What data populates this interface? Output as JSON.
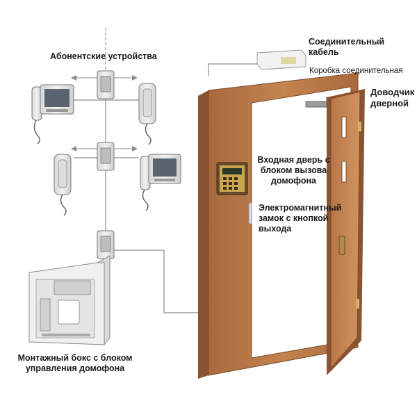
{
  "labels": {
    "subscriber_devices": "Абонентские устройства",
    "connection_cable": "Соединительный кабель",
    "junction_box": "Коробка соединительная",
    "door_closer": "Доводчик дверной",
    "entry_door": "Входная дверь с блоком вызова домофона",
    "em_lock": "Электромагнитный замок с кнопкой выхода",
    "mounting_box": "Монтажный бокс с блоком управления домофона"
  },
  "colors": {
    "door_frame": "#b8774a",
    "door_panel": "#c98958",
    "door_shadow": "#8a5432",
    "wire": "#8c8c8c",
    "device_body": "#e6e6e6",
    "monitor_screen": "#5a6470",
    "call_panel": "#c7a64e"
  }
}
